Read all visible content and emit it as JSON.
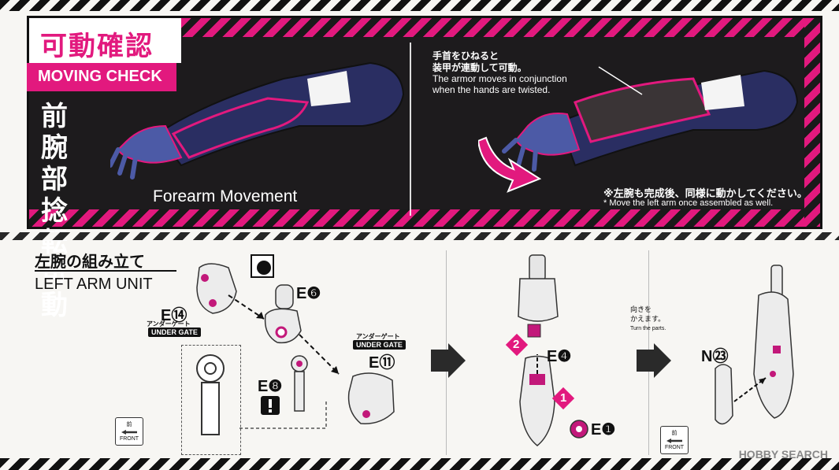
{
  "moving_check": {
    "title_jp": "可動確認",
    "title_en": "MOVING CHECK",
    "section_jp": "前腕部捻転可動",
    "section_en": "Forearm Movement",
    "note_jp": "手首をひねると\n装甲が連動して可動。",
    "note_en": "The armor moves in conjunction\nwhen the hands are twisted.",
    "left_note_jp": "※左腕も完成後、同様に動かしてください。",
    "left_note_en": "* Move the left arm once assembled as well."
  },
  "assembly": {
    "title_jp": "左腕の組み立て",
    "title_en": "LEFT ARM UNIT",
    "parts": {
      "e14": "E⑭",
      "e6": "E❻",
      "e11": "E⑪",
      "e8": "E❽",
      "e4": "E❹",
      "e1": "E❶",
      "n23": "N㉓"
    },
    "under_gate_jp": "アンダーゲート",
    "under_gate_en": "UNDER GATE",
    "step1": "1",
    "step2": "2",
    "turn_jp": "向きを\nかえます。",
    "turn_en": "Turn the parts.",
    "front_jp": "前",
    "front_en": "FRONT"
  },
  "watermark": "HOBBY SEARCH",
  "colors": {
    "accent": "#e2197e",
    "dark": "#1d1b1d",
    "armor": "#2b2f66"
  }
}
